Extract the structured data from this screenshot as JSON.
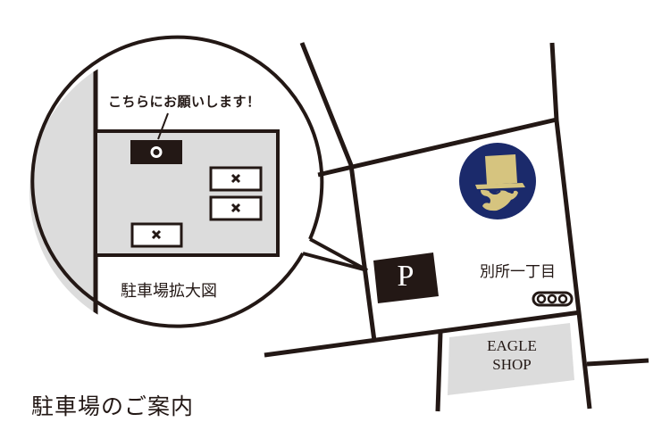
{
  "title": "駐車場のご案内",
  "enlarged_view": {
    "label": "駐車場拡大図",
    "note": "こちらにお願いします！",
    "slots": [
      {
        "mark": "○",
        "status": "designated",
        "color": "#231815"
      },
      {
        "mark": "×",
        "status": "unavailable"
      },
      {
        "mark": "×",
        "status": "unavailable"
      },
      {
        "mark": "×",
        "status": "unavailable"
      }
    ]
  },
  "map": {
    "parking": {
      "label": "P"
    },
    "station": {
      "label": "別所一丁目",
      "icon": "traffic-signal-icon"
    },
    "shop": {
      "line1": "EAGLE",
      "line2": "SHOP"
    },
    "logo": {
      "icon": "top-hat-gentleman-icon",
      "bg_color": "#1b2a6b",
      "fg_color": "#d6c47f"
    }
  },
  "colors": {
    "line": "#231815",
    "gray_fill": "#dcdcdc",
    "background": "#ffffff"
  }
}
